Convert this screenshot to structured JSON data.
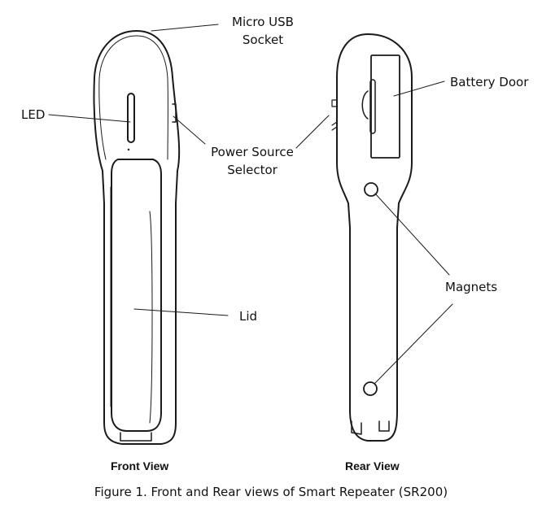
{
  "labels": {
    "micro_usb_line1": "Micro USB",
    "micro_usb_line2": "Socket",
    "led": "LED",
    "power_source_line1": "Power Source",
    "power_source_line2": "Selector",
    "lid": "Lid",
    "battery_door": "Battery Door",
    "magnets": "Magnets"
  },
  "views": {
    "front": "Front View",
    "rear": "Rear View"
  },
  "caption": "Figure 1. Front and Rear views of Smart Repeater (SR200)"
}
